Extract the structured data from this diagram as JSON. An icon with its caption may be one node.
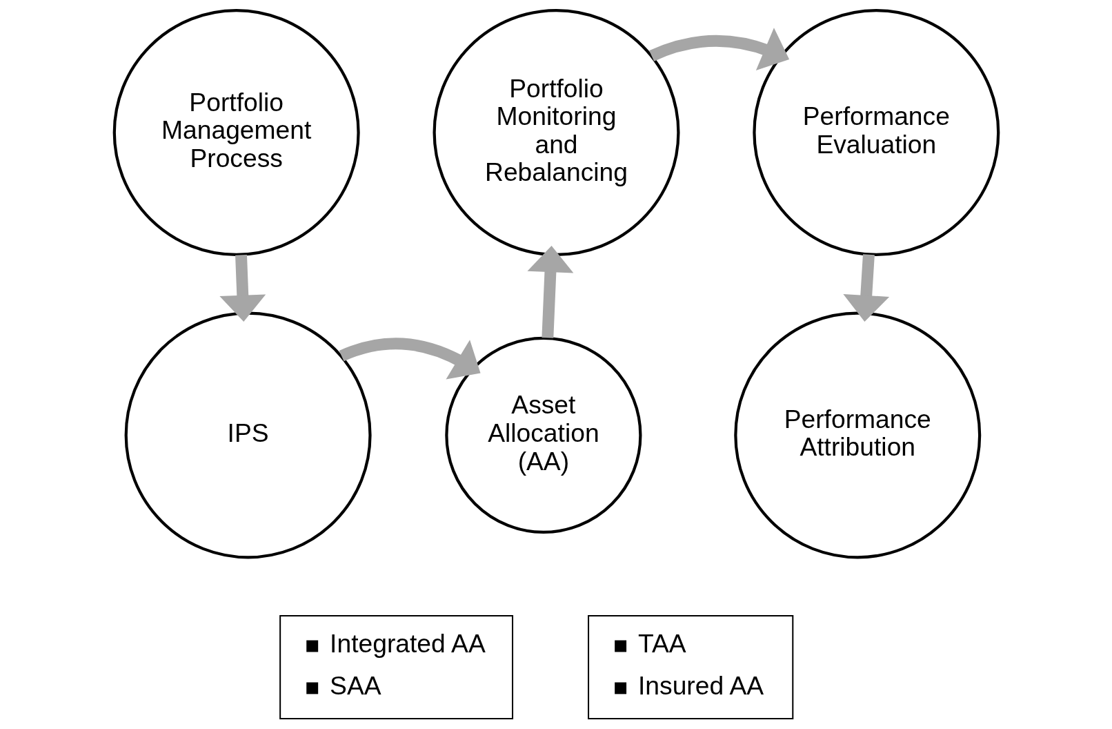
{
  "diagram": {
    "nodes": [
      {
        "text": [
          "Portfolio Management Process"
        ]
      },
      {
        "text": [
          "IPS"
        ]
      },
      {
        "text": [
          "Asset Allocation (AA)"
        ]
      },
      {
        "text": [
          "Portfolio Monitoring and Rebalancing"
        ]
      },
      {
        "text": [
          "Performance Evaluation"
        ]
      },
      {
        "text": [
          "Performance Attribution"
        ]
      },
      {
        "text": [
          "Integrated AA",
          "SAA"
        ]
      },
      {
        "text": [
          "TAA",
          "Insured AA"
        ]
      }
    ],
    "edges": [
      {
        "from": 0,
        "to": 1,
        "arrow": "to"
      },
      {
        "from": 1,
        "to": 2,
        "arrow": "to"
      },
      {
        "from": 2,
        "to": 3,
        "arrow": "to"
      },
      {
        "from": 3,
        "to": 4,
        "arrow": "to"
      },
      {
        "from": 4,
        "to": 5,
        "arrow": "to"
      }
    ]
  }
}
